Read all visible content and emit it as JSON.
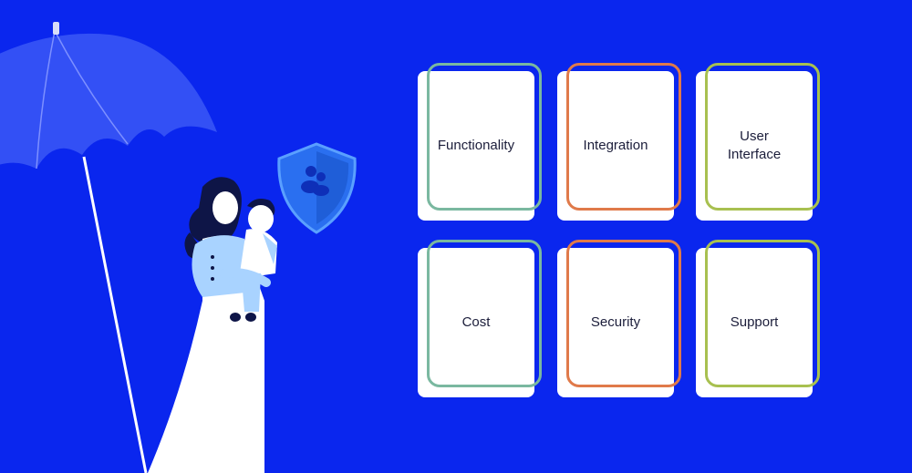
{
  "colors": {
    "background": "#0a26ee",
    "card": "#ffffff",
    "outline_green": "#7ab8a0",
    "outline_orange": "#e07a4a",
    "outline_lime": "#a8c050"
  },
  "icons": [
    "umbrella-icon",
    "shield-users-icon"
  ],
  "cards": [
    {
      "label": "Functionality",
      "outline": "green"
    },
    {
      "label": "Integration",
      "outline": "orange"
    },
    {
      "label": "User\nInterface",
      "outline": "lime"
    },
    {
      "label": "Cost",
      "outline": "green"
    },
    {
      "label": "Security",
      "outline": "orange"
    },
    {
      "label": "Support",
      "outline": "lime"
    }
  ]
}
